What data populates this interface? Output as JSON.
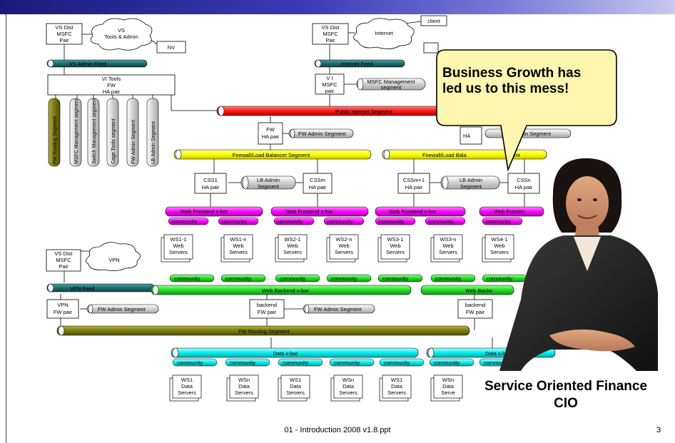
{
  "slide": {
    "footer": "01 - Introduction 2008 v1.8.ppt",
    "page_number": "3"
  },
  "callout": {
    "line1": "Business Growth has",
    "line2": "led us to this mess!"
  },
  "cio": {
    "line1": "Service Oriented Finance",
    "line2": "CIO"
  },
  "diagram": {
    "vs_dist_left": [
      "VS Dist",
      "MSFC",
      "Pair"
    ],
    "vs_tools_cloud": [
      "VS",
      "Tools & Admin"
    ],
    "nv": "NV",
    "vs_admin_feed": "VS Admin Feed",
    "vi_tools": [
      "VI Tools",
      "FW",
      "HA pair"
    ],
    "vs_dist_mid": [
      "VS Dist",
      "MSFC",
      "Pair"
    ],
    "internet": "Internet",
    "client": "client",
    "internet_feed": "Internet Feed",
    "vi_msfc": [
      "V I",
      "MSFC",
      "pair"
    ],
    "msfc_mgmt": [
      "MSFC Management",
      "segment"
    ],
    "public_internet": "Public Internet Segment",
    "vertical_segments": [
      "FW Routing Segment",
      "MSFC Management segment",
      "Switch Management segment",
      "Cage Tools segment",
      "FW Admin Segment",
      "LB Admin Segment"
    ],
    "fw_ha": [
      "FW",
      "HA pair"
    ],
    "fw_admin": "FW Admin Segment",
    "fw_admin_right": "W Admin Segment",
    "ha_right": "HA",
    "fw_lb_segment": "Firewall/Load Balancer Segment",
    "fw_lb_segment_right": "Firewall/Load Bala",
    "fw_lb_segment_right_end": "gment",
    "css1": [
      "CSS1",
      "HA pair"
    ],
    "cssm": [
      "CSSm",
      "HA pair"
    ],
    "cssm1": [
      "CSSm+1",
      "HA pair"
    ],
    "cssn": [
      "CSSn",
      "HA pair"
    ],
    "lb_admin": [
      "LB Admin",
      "Segment"
    ],
    "web_frontend": "Web Frontend x-bar",
    "web_frontend_cut": "Web Fronten",
    "community": "community",
    "ws_groups": [
      {
        "id": "WS1-1",
        "l2": "Web",
        "l3": "Servers"
      },
      {
        "id": "WS1-n",
        "l2": "Web",
        "l3": "Servers"
      },
      {
        "id": "WS2-1",
        "l2": "Web",
        "l3": "Servers"
      },
      {
        "id": "WS2-n",
        "l2": "Web",
        "l3": "Servers"
      },
      {
        "id": "WS3-1",
        "l2": "Web",
        "l3": "Servers"
      },
      {
        "id": "WS3-n",
        "l2": "Web",
        "l3": "Servers"
      },
      {
        "id": "WS4-1",
        "l2": "Web",
        "l3": "Servers"
      }
    ],
    "vs_dist_vpn": [
      "VS Dist",
      "MSFC",
      "Pair"
    ],
    "vpn": "VPN",
    "vpn_feed": "VPN Feed",
    "vpn_fw": [
      "VPN",
      "FW pair"
    ],
    "web_backend": "Web Backend x-bar",
    "web_backend_cut": "Web Backe",
    "backend_fw": [
      "backend",
      "FW pair"
    ],
    "fw_routing": "FW Routing Segment",
    "data_xbar": "Data x-bar",
    "data_groups": [
      {
        "id": "WS1",
        "l2": "Data",
        "l3": "Servers"
      },
      {
        "id": "WSn",
        "l2": "Data",
        "l3": "Servers"
      },
      {
        "id": "WS1",
        "l2": "Data",
        "l3": "Servers"
      },
      {
        "id": "WSn",
        "l2": "Data",
        "l3": "Servers"
      },
      {
        "id": "WS1",
        "l2": "Data",
        "l3": "Servers"
      },
      {
        "id": "WSn",
        "l2": "Data",
        "l3": "Serve"
      }
    ]
  },
  "colors": {
    "public_internet": "#ff1a1a",
    "fw_lb": "#ffff00",
    "web_frontend": "#ff00ff",
    "web_backend": "#22dd22",
    "data_xbar": "#00eeee",
    "fw_routing": "#7a7a10",
    "feed": "#1e6e6e",
    "callout_bg": "#fff7b0"
  }
}
